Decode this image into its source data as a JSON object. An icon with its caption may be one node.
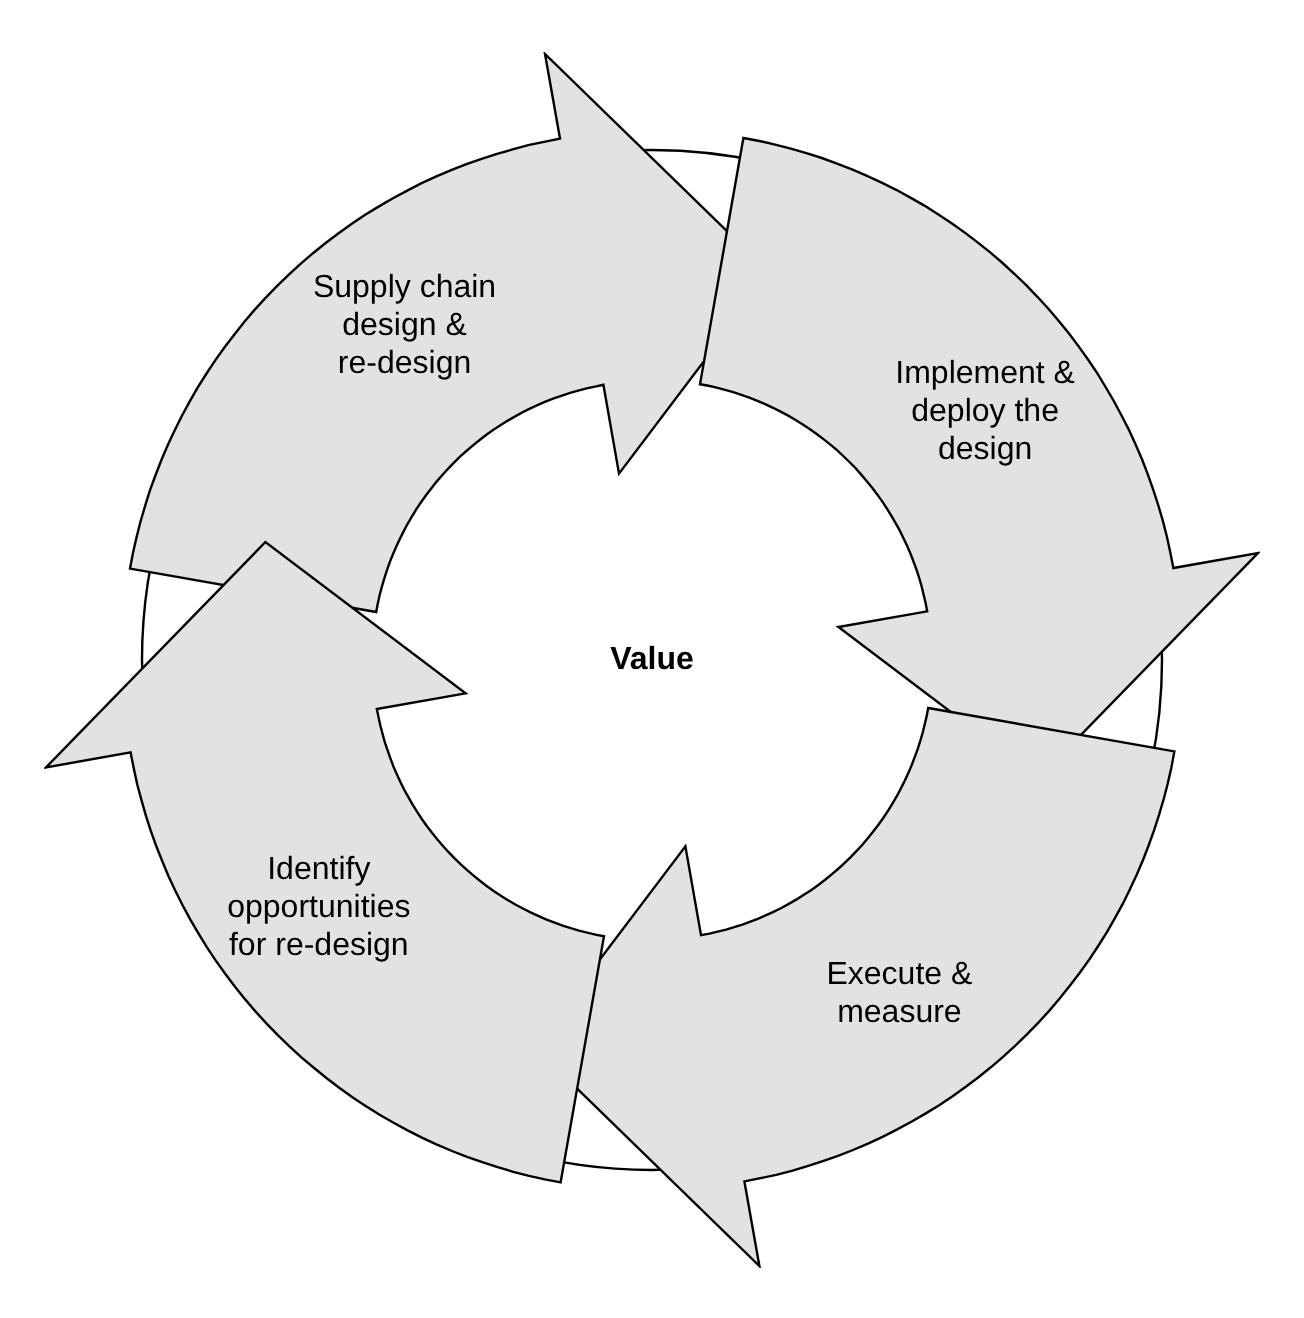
{
  "diagram": {
    "nodes": [
      {
        "text": [
          "Supply chain design & re-design"
        ]
      },
      {
        "text": [
          "Implement & deploy the design"
        ]
      },
      {
        "text": [
          "Execute & measure"
        ]
      },
      {
        "text": [
          "Identify opportunities for re-design"
        ]
      },
      {
        "text": [
          "Value"
        ]
      }
    ]
  }
}
